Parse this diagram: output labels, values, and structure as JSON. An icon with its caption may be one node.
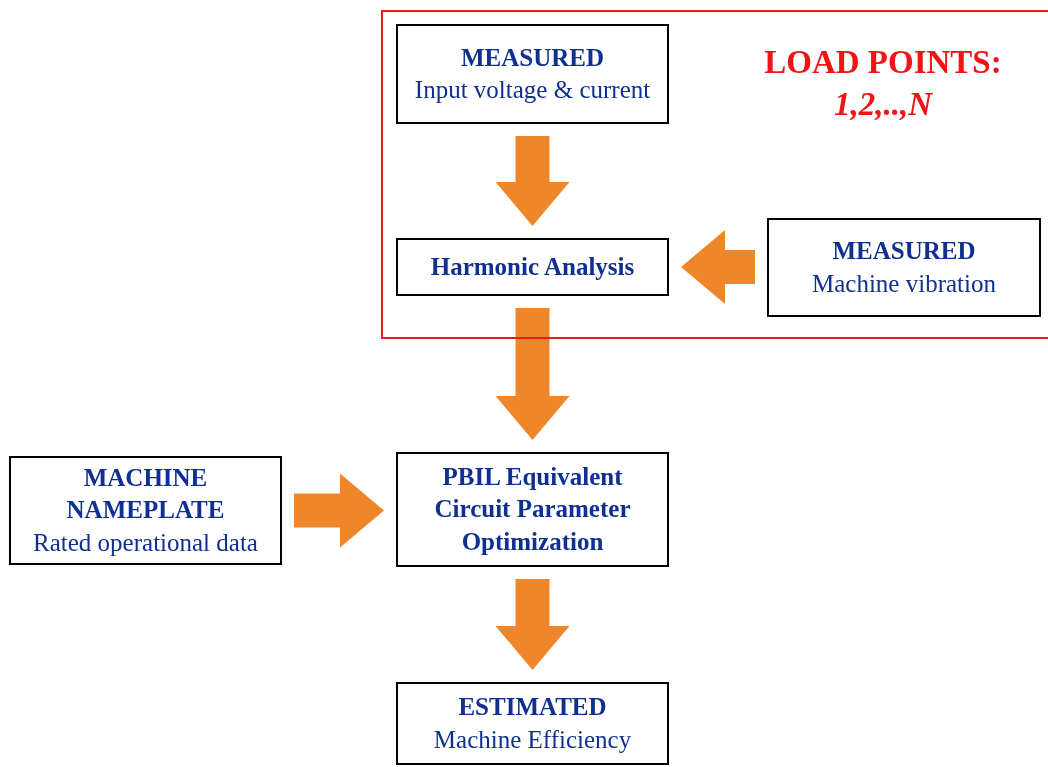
{
  "diagram": {
    "nodes": [
      {
        "text": [
          "LOAD POINTS:",
          "1,2,..,N"
        ]
      },
      {
        "text": [
          "MEASURED",
          "Input voltage & current"
        ],
        "in": 0
      },
      {
        "text": [
          "Harmonic Analysis"
        ],
        "in": 0
      },
      {
        "text": [
          "MEASURED",
          "Machine vibration"
        ],
        "in": 0
      },
      {
        "text": [
          "MACHINE NAMEPLATE",
          "Rated operational data"
        ]
      },
      {
        "text": [
          "PBIL Equivalent Circuit Parameter Optimization"
        ]
      },
      {
        "text": [
          "ESTIMATED",
          "Machine Efficiency"
        ]
      }
    ],
    "edges": [
      {
        "from": 1,
        "to": 2,
        "arrow": "to"
      },
      {
        "from": 3,
        "to": 2,
        "arrow": "to"
      },
      {
        "from": 2,
        "to": 5,
        "arrow": "to"
      },
      {
        "from": 4,
        "to": 5,
        "arrow": "to"
      },
      {
        "from": 5,
        "to": 6,
        "arrow": "to"
      }
    ]
  }
}
